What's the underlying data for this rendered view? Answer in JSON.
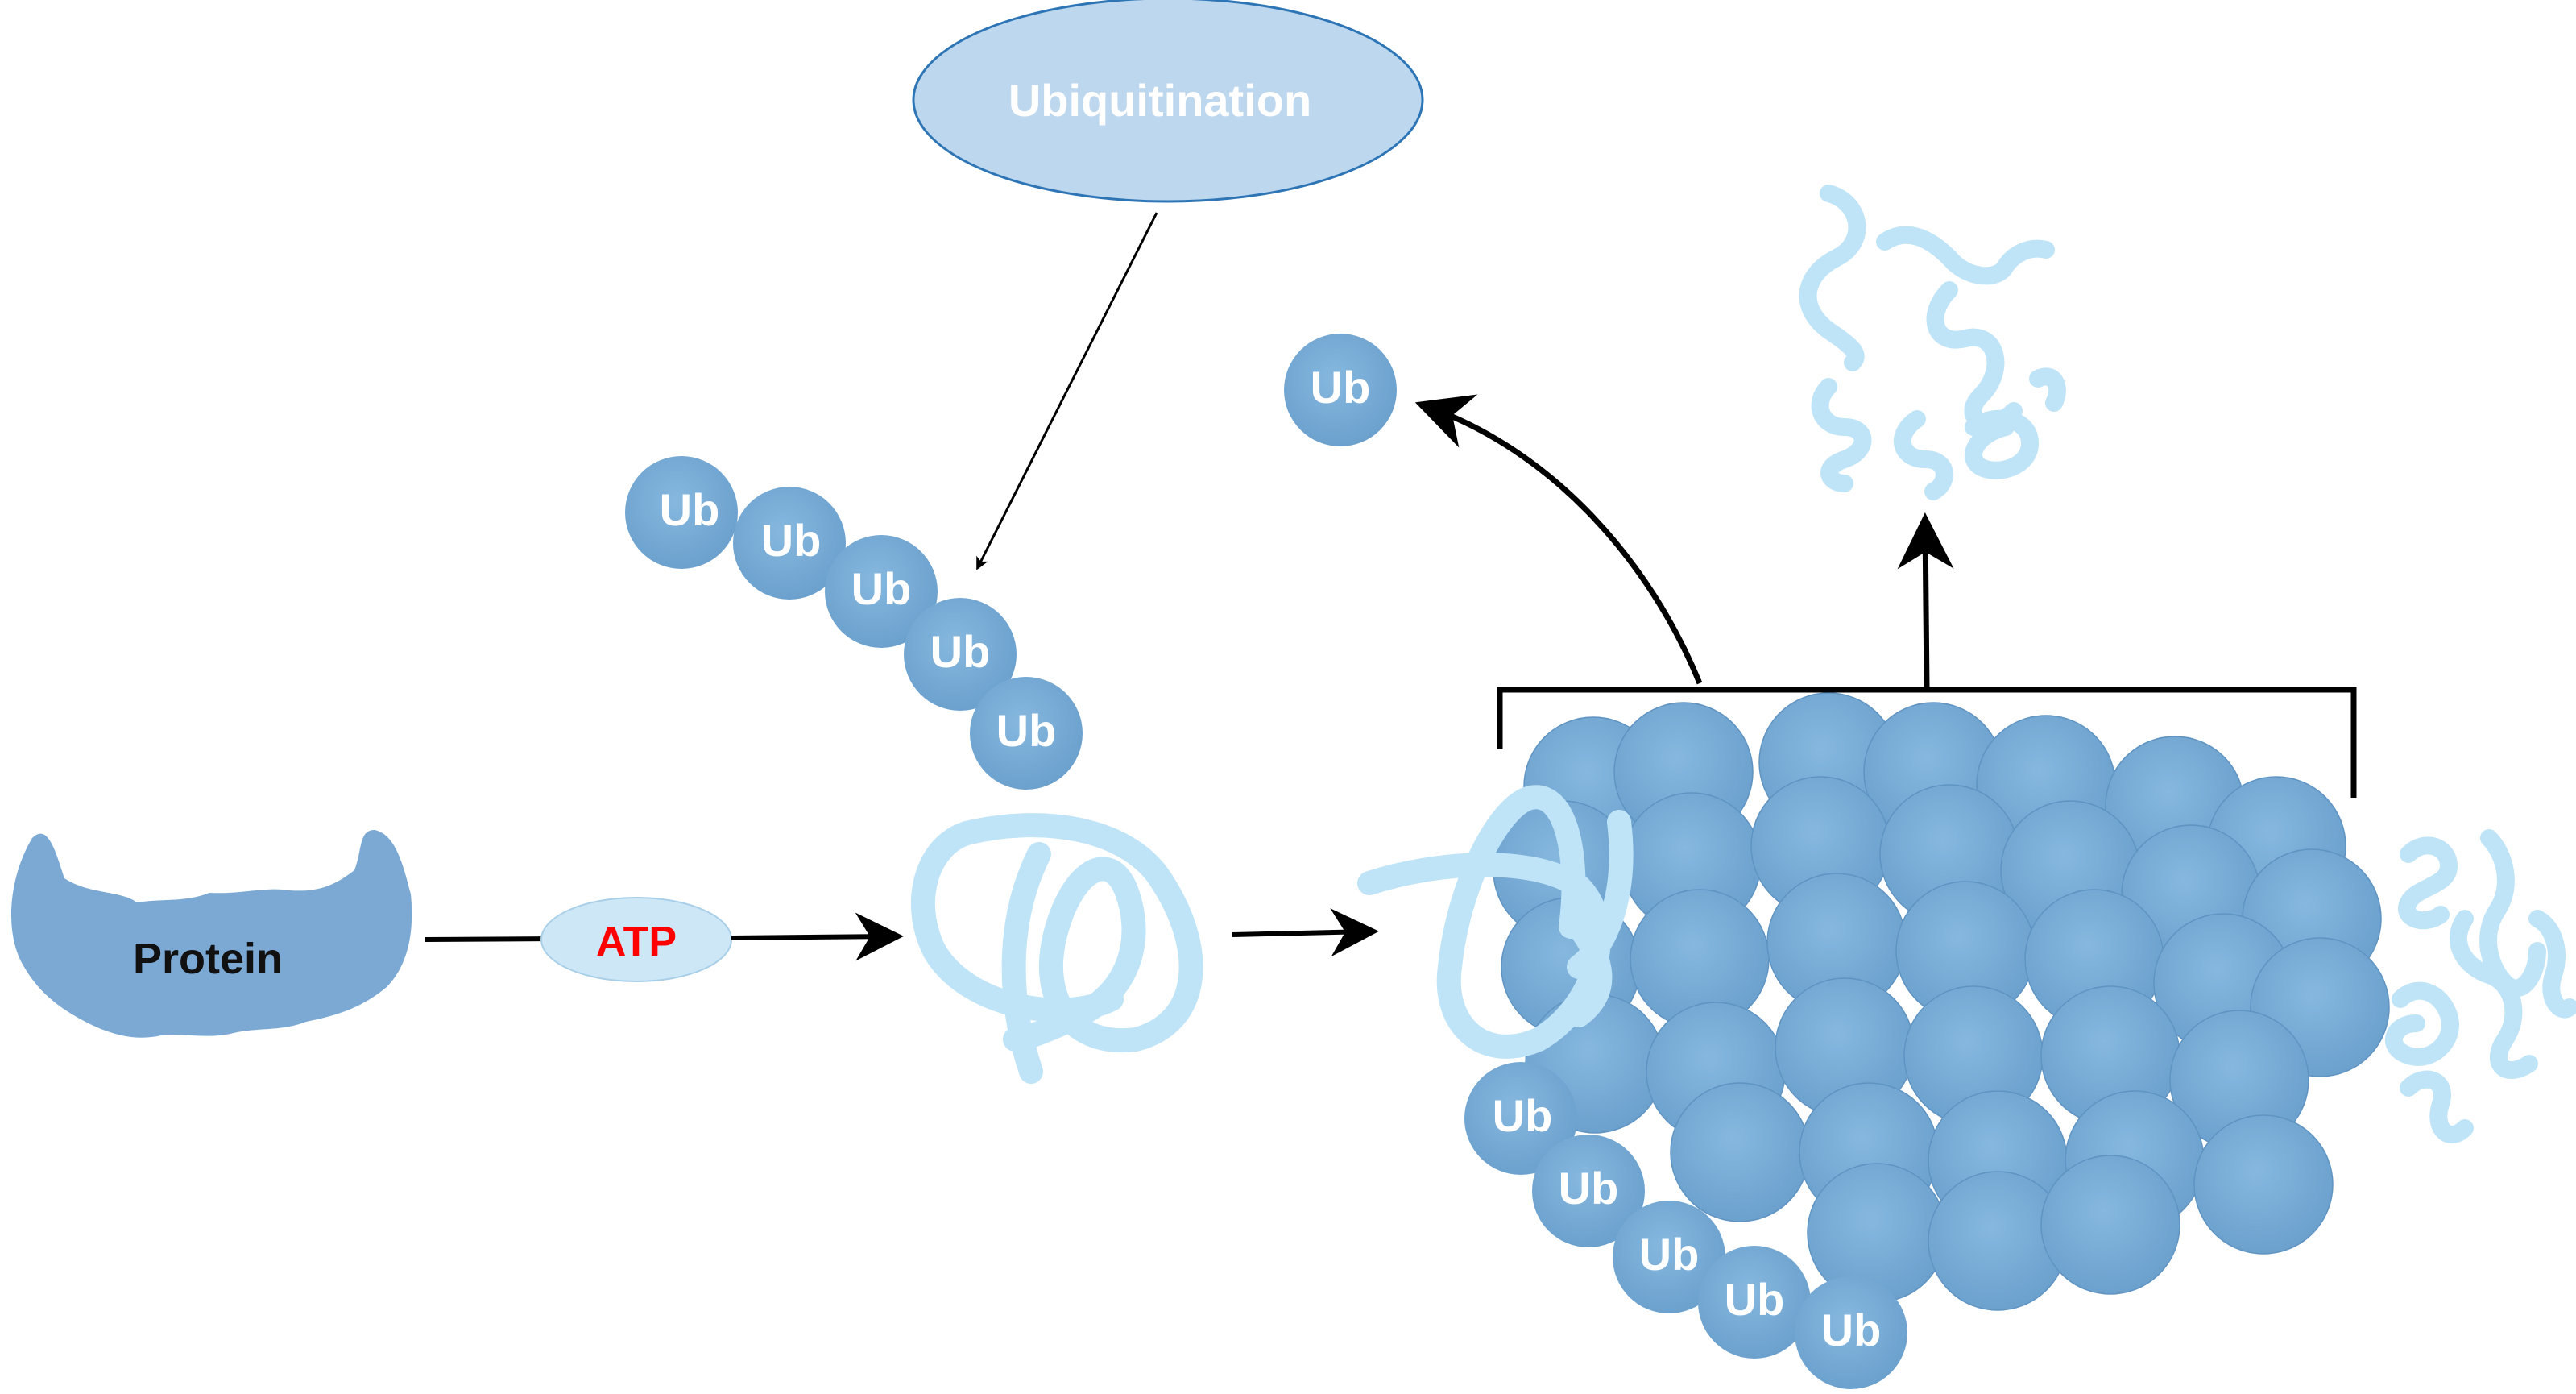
{
  "diagram": {
    "process_label": "Ubiquitination",
    "protein_label": "Protein",
    "atp_label": "ATP",
    "ubiquitin_label": "Ub",
    "colors": {
      "ellipse_fill": "#bdd7ee",
      "ellipse_stroke": "#2e75b6",
      "protein_fill": "#7ba9d4",
      "ubiquitin_fill": "#7aaed8",
      "ubiquitin_text": "#ffffff",
      "proteasome_fill": "#7aaed8",
      "chain_color": "#bfe4f7",
      "atp_fill": "#cde7f7",
      "atp_text": "#ff0000",
      "arrow_color": "#000000"
    }
  }
}
